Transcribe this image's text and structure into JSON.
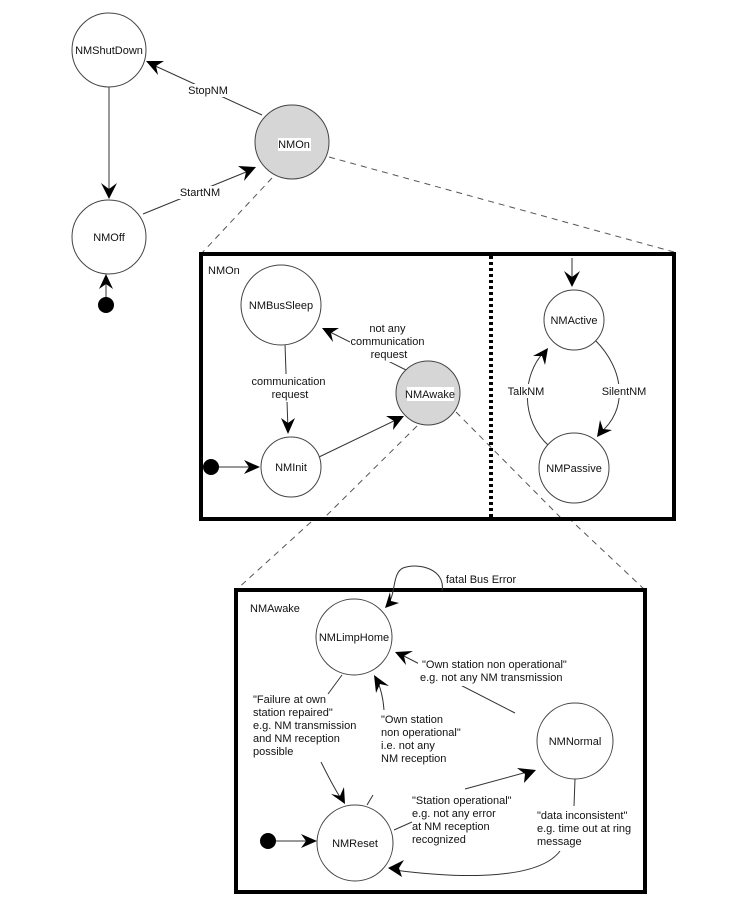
{
  "diagram": {
    "type": "state machine",
    "colors": {
      "active_state_fill": "#d6d6d6",
      "state_fill": "#ffffff",
      "frame": "#000000"
    },
    "top_level": {
      "states": {
        "shutdown": "NMShutDown",
        "on": "NMOn",
        "off": "NMOff"
      },
      "transitions": {
        "stop": "StopNM",
        "start": "StartNM"
      }
    },
    "nmon_box": {
      "title": "NMOn",
      "states": {
        "bussleep": "NMBusSleep",
        "awake": "NMAwake",
        "init": "NMInit",
        "active": "NMActive",
        "passive": "NMPassive"
      },
      "transitions": {
        "no_comm": [
          "not any",
          "communication",
          "request"
        ],
        "comm": [
          "communication",
          "request"
        ],
        "talk": "TalkNM",
        "silent": "SilentNM"
      }
    },
    "nmawake_box": {
      "title": "NMAwake",
      "states": {
        "limphome": "NMLimpHome",
        "normal": "NMNormal",
        "reset": "NMReset"
      },
      "transitions": {
        "fatal": "fatal Bus Error",
        "normal_to_limp": [
          "\"Own station non operational\"",
          "e.g. not any NM transmission"
        ],
        "limp_to_reset": [
          "\"Failure at own",
          "station repaired\"",
          "e.g. NM transmission",
          "and NM reception",
          "possible"
        ],
        "reset_to_limp": [
          "\"Own station",
          "non operational\"",
          "i.e. not any",
          " NM reception"
        ],
        "reset_to_normal": [
          "\"Station operational\"",
          "e.g. not any error",
          "at NM reception",
          "recognized"
        ],
        "normal_to_reset": [
          "\"data inconsistent\"",
          "e.g. time out at ring",
          "message"
        ]
      }
    }
  }
}
